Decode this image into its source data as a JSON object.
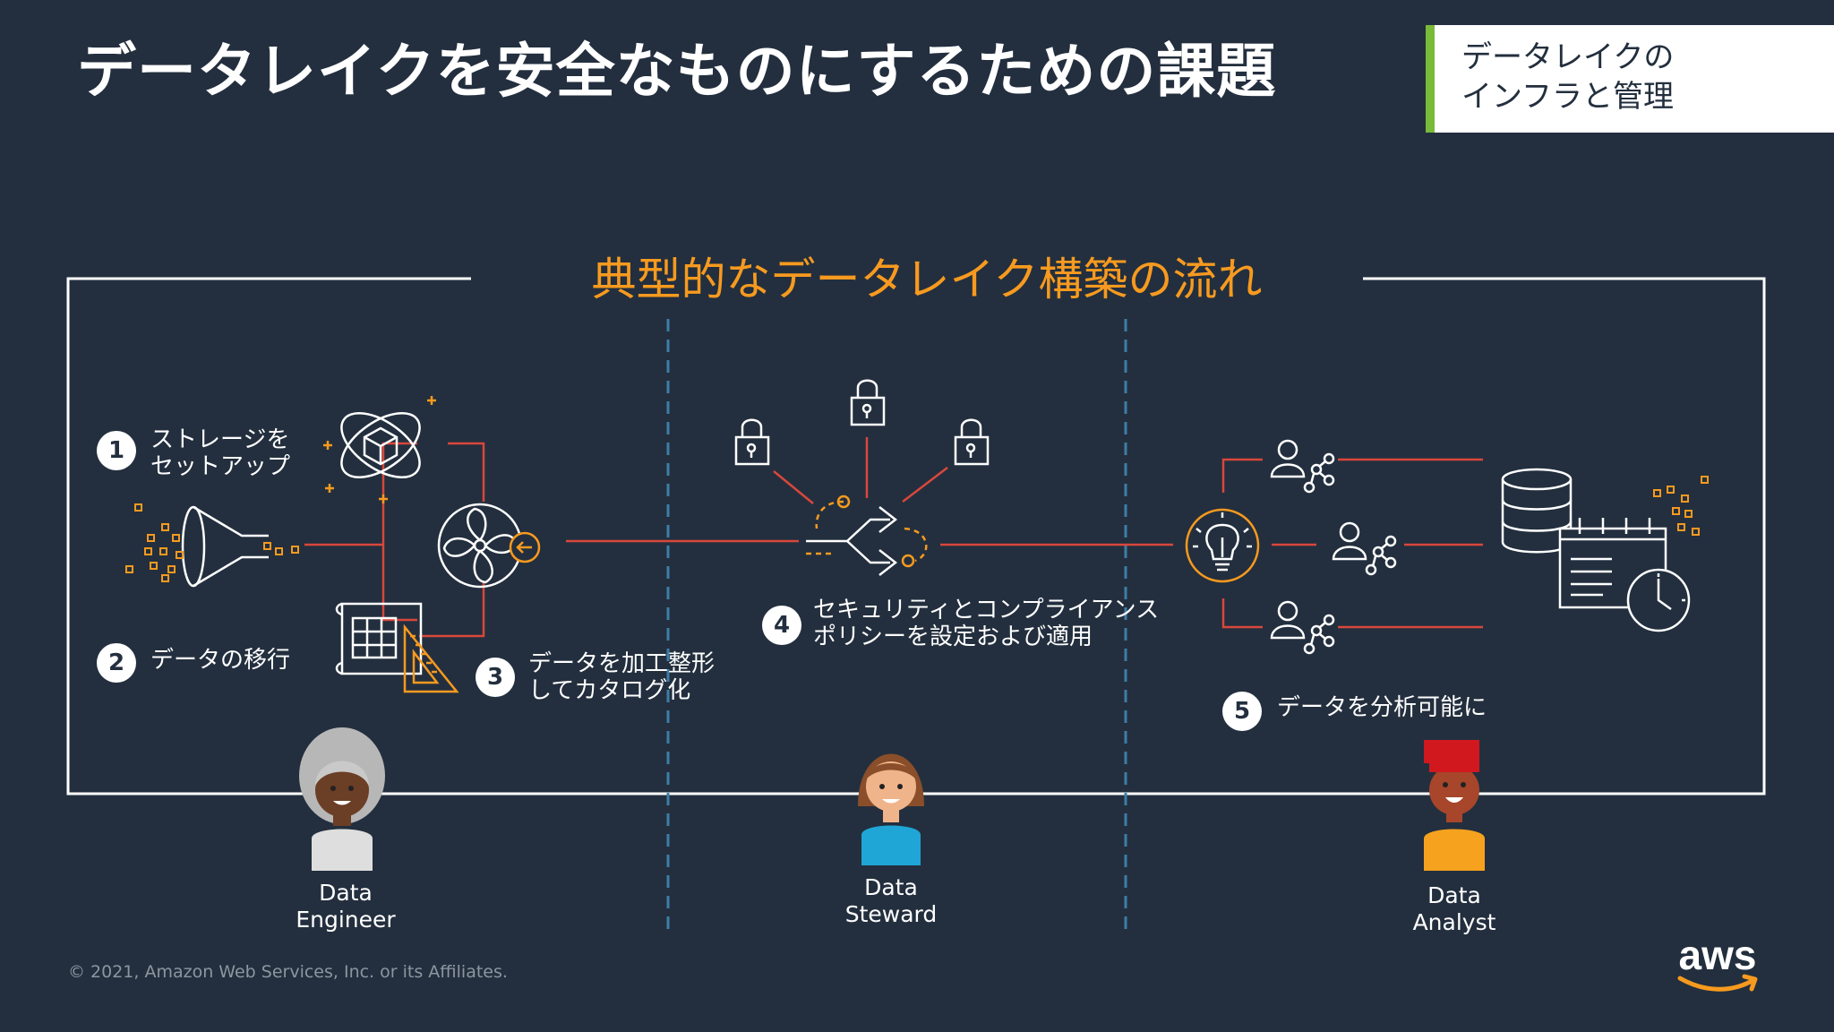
{
  "slide": {
    "title": "データレイクを安全なものにするための課題",
    "section_badge": {
      "line1": "データレイクの",
      "line2": "インフラと管理",
      "accent_color": "#7aba3a"
    },
    "flow_title": "典型的なデータレイク構築の流れ",
    "accent_color": "#f79a1f",
    "connector_color": "#d9473b",
    "divider_color": "#3d7ea6"
  },
  "steps": [
    {
      "number": "1",
      "line1": "ストレージを",
      "line2": "セットアップ",
      "icon": "storage-setup-icon"
    },
    {
      "number": "2",
      "line1": "データの移行",
      "icon": "data-migration-icon"
    },
    {
      "number": "3",
      "line1": "データを加工整形",
      "line2": "してカタログ化",
      "icon": "catalog-icon"
    },
    {
      "number": "4",
      "line1": "セキュリティとコンプライアンス",
      "line2": "ポリシーを設定および適用",
      "icon": "policy-icon"
    },
    {
      "number": "5",
      "line1": "データを分析可能に",
      "icon": "analytics-icon"
    }
  ],
  "personas": [
    {
      "line1": "Data",
      "line2": "Engineer"
    },
    {
      "line1": "Data",
      "line2": "Steward"
    },
    {
      "line1": "Data",
      "line2": "Analyst"
    }
  ],
  "footer": {
    "copyright": "© 2021, Amazon Web Services, Inc. or its Affiliates.",
    "logo_text": "aws"
  }
}
